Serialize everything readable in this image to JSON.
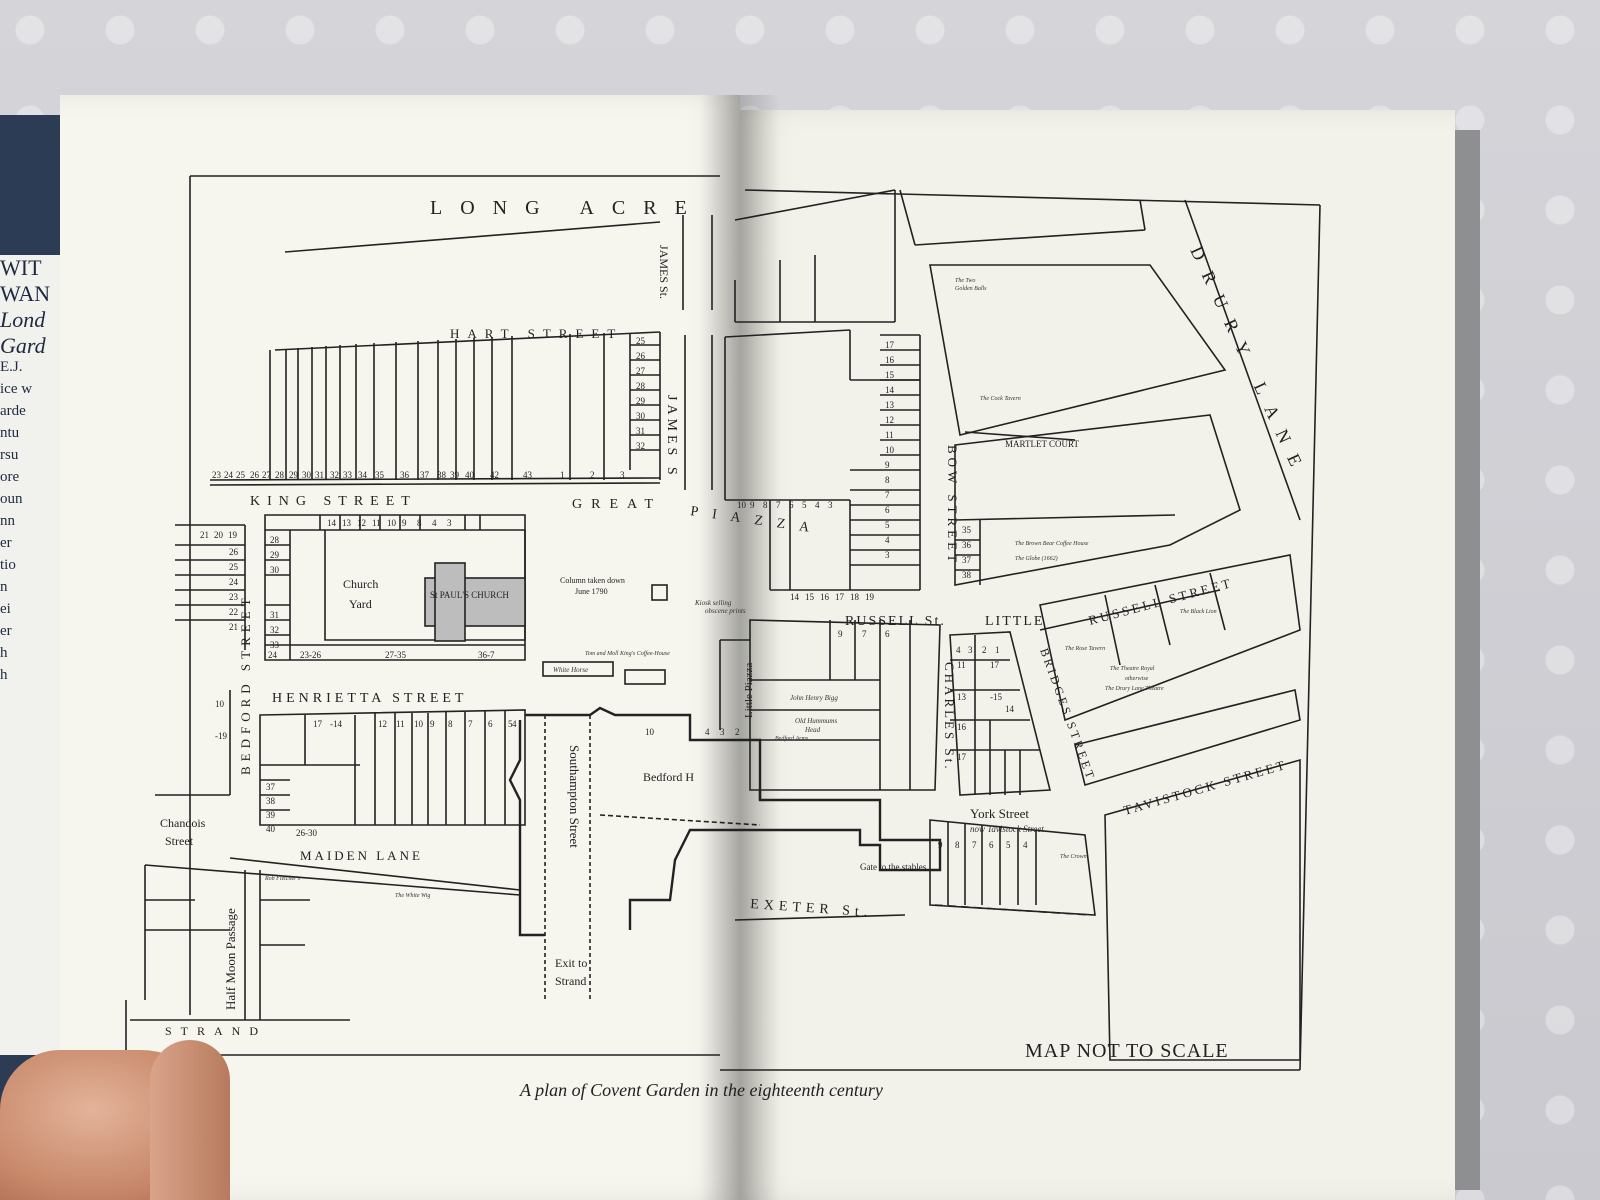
{
  "cover_spine": {
    "lines": [
      "WIT",
      "WAN",
      "Lond",
      "Gard",
      "E.J.",
      "ice w",
      "arde",
      "ntu",
      "rsu",
      "ore",
      "oun",
      "nn",
      "er",
      "tio",
      "n",
      "ei",
      "er",
      "h",
      "h"
    ]
  },
  "map": {
    "streets": {
      "long_acre": "LONG ACRE",
      "hart_street": "HART STREET",
      "king_street": "KING STREET",
      "great": "GREAT",
      "piazza": "PIAZZA",
      "james_st": "JAMES St.",
      "james_s": "JAMES S",
      "russell_st": "RUSSELL St.",
      "little": "LITTLE",
      "russell_street": "RUSSELL STREET",
      "henrietta_street": "HENRIETTA STREET",
      "bedford_street": "BEDFORD STREET",
      "bow_street": "BOW STREET",
      "drury_lane": "DRURY LANE",
      "charles_st": "CHARLES St.",
      "bridges_street": "BRIDGES STREET",
      "tavistock_street": "TAVISTOCK STREET",
      "york_street": "York Street",
      "york_now": "now Tavistock Street",
      "southampton_street": "Southampton Street",
      "maiden_lane": "MAIDEN LANE",
      "chandois_street": [
        "Chandois",
        "Street"
      ],
      "half_moon_passage": "Half Moon Passage",
      "exeter_st": "EXETER St.",
      "strand": "STRAND",
      "little_piazza": "Little Piazza",
      "martlet_court": "MARTLET COURT"
    },
    "places": {
      "church_yard": [
        "Church",
        "Yard"
      ],
      "st_pauls_church": "St PAUL'S CHURCH",
      "column": [
        "Column taken down",
        "June 1790"
      ],
      "kiosk": [
        "Kiosk selling",
        "obscene prints"
      ],
      "exit_to_strand": [
        "Exit to",
        "Strand"
      ],
      "bedford_h": "Bedford H",
      "gate_to_stables": "Gate to the stables",
      "map_not_to_scale": "MAP NOT TO SCALE",
      "tom_moll": "Tom and Moll King's Coffee-House",
      "white_horse": "White Horse",
      "the_two_golden_balls": [
        "The Two",
        "Golden Balls"
      ],
      "the_cock_tavern": "The Cock Tavern",
      "the_brown_bear": "The Brown Bear Coffee House",
      "the_globe": "The Globe (1662)",
      "theatre_royal": [
        "The Theatre Royal",
        "otherwise",
        "The Drury Lane Theatre"
      ],
      "the_rose_tavern": "The Rose Tavern",
      "the_black_lion": "The Black Lion",
      "the_crown": "The Crown",
      "john_henry_bigg": "John Henry Bigg",
      "old_hummums": [
        "Old Hummums",
        "Head"
      ],
      "bedford_arms": "Bedford Arms",
      "rob_fletcher": "Rob Fletcher's",
      "the_white_wig": "The White Wig"
    },
    "numbers": {
      "row_king_st": [
        "23",
        "24",
        "25",
        "26",
        "27",
        "28",
        "29",
        "30",
        "31",
        "32",
        "33",
        "34",
        "35",
        "36",
        "37",
        "38",
        "39",
        "40",
        "42",
        "43",
        "1",
        "2",
        "3"
      ],
      "row_great_piazza": [
        "14",
        "13",
        "12",
        "11",
        "10",
        "9",
        "8",
        "4",
        "3"
      ],
      "hart_col": [
        "25",
        "26",
        "27",
        "28",
        "29",
        "30",
        "31",
        "32"
      ],
      "bow_col": [
        "17",
        "16",
        "15",
        "14",
        "13",
        "12",
        "11",
        "10",
        "9",
        "8",
        "7",
        "6",
        "5",
        "4",
        "3"
      ],
      "left_col": [
        "21",
        "20",
        "19",
        "26",
        "25",
        "24",
        "23",
        "22",
        "21"
      ],
      "church_col_a": [
        "28",
        "29",
        "30"
      ],
      "church_col_b": [
        "31",
        "32",
        "33"
      ],
      "church_bottom": [
        "24",
        "23-26",
        "27-35",
        "36-7"
      ],
      "henrietta_row": [
        "17",
        "-14",
        "12",
        "11",
        "10",
        "9",
        "8",
        "7",
        "6",
        "5",
        "4"
      ],
      "henrietta_left": [
        "37",
        "38",
        "39",
        "40",
        "26-30"
      ],
      "russell_row": [
        "14",
        "15",
        "16",
        "17",
        "18",
        "19"
      ],
      "russell_bar": [
        "9",
        "7",
        "6"
      ],
      "charles_col": [
        "4",
        "3",
        "2",
        "1",
        "11",
        "17",
        "13",
        "-15",
        "14",
        "16",
        "17"
      ],
      "york_row": [
        "9",
        "8",
        "7",
        "6",
        "5",
        "4"
      ],
      "piazza_col": [
        "35",
        "36",
        "37",
        "38"
      ],
      "right_piazza": [
        "10",
        "9",
        "8",
        "7",
        "6",
        "5",
        "4",
        "3"
      ],
      "bedford_left": [
        "10",
        "-19"
      ],
      "southampton": [
        "10",
        "4",
        "3",
        "2"
      ]
    }
  },
  "caption": "A plan of Covent Garden in the eighteenth century"
}
